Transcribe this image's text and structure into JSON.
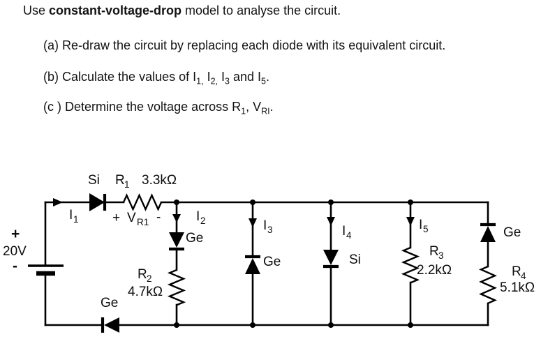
{
  "problem": {
    "line1": {
      "pre": "Use ",
      "bold": "constant-voltage-drop",
      "post": " model to analyse the circuit."
    },
    "item_a": "(a) Re-draw the circuit by replacing each diode with its equivalent circuit.",
    "item_b": {
      "seg1": "(b) Calculate the values of I",
      "sub1": "1,",
      "seg2": " I",
      "sub2": "2,",
      "seg3": " I",
      "sub3": "3",
      "seg4": " and I",
      "sub4": "5",
      "seg5": "."
    },
    "item_c": {
      "seg1": "(c ) Determine the voltage across R",
      "sub1": "1",
      "seg2": ", V",
      "sub2": "RI",
      "seg3": "."
    }
  },
  "circuit": {
    "source": {
      "plus": "+",
      "voltage": "20V",
      "minus": "-"
    },
    "currents": {
      "i1": {
        "m": "I",
        "s": "1"
      },
      "i2": {
        "m": "I",
        "s": "2"
      },
      "i3": {
        "m": "I",
        "s": "3"
      },
      "i4": {
        "m": "I",
        "s": "4"
      },
      "i5": {
        "m": "I",
        "s": "5"
      }
    },
    "diodes": {
      "d1": "Si",
      "d2": "Ge",
      "d3": "Ge",
      "d4": "Si",
      "d5": "Ge",
      "d6": "Ge"
    },
    "resistors": {
      "r1": {
        "m": "R",
        "s": "1",
        "value": "3.3kΩ"
      },
      "r2": {
        "m": "R",
        "s": "2",
        "value": "4.7kΩ"
      },
      "r3": {
        "m": "R",
        "s": "3",
        "value": "2.2kΩ"
      },
      "r4": {
        "m": "R",
        "s": "4",
        "value": "5.1kΩ"
      }
    },
    "vr1": {
      "plus": "+",
      "m": "V",
      "s": "R1",
      "minus": "-"
    }
  }
}
